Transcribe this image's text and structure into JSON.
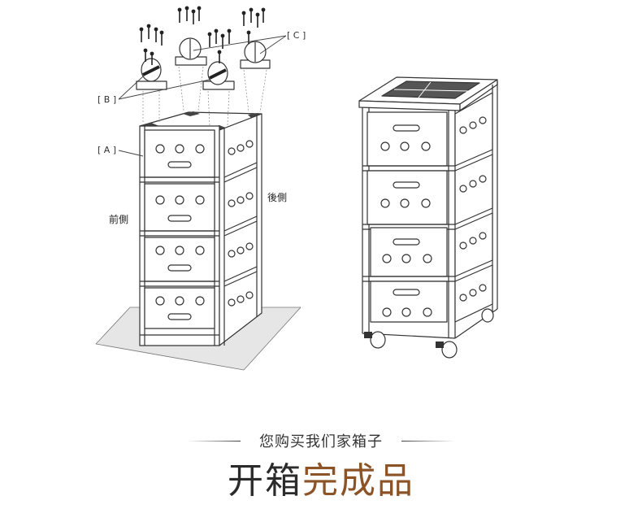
{
  "labels": {
    "callout_a": "[ A ]",
    "callout_b": "[ B ]",
    "callout_c": "[ C ]",
    "front_side": "前側",
    "back_side": "後側"
  },
  "caption": {
    "subtitle": "您购买我们家箱子",
    "title_part1": "开箱",
    "title_part2": "完成品"
  },
  "colors": {
    "line": "#333333",
    "accent": "#8c5327",
    "floor_shade": "#e6e6e6",
    "top_panel": "#555555"
  }
}
